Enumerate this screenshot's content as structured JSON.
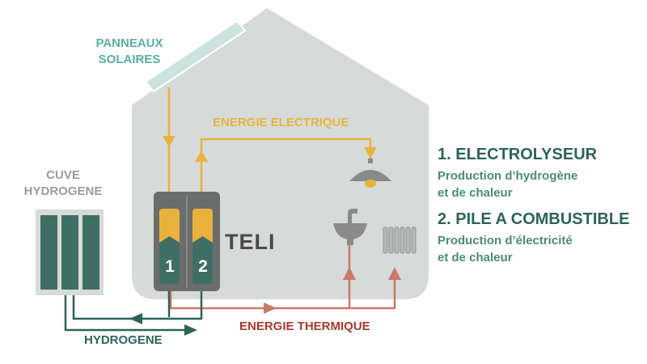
{
  "labels": {
    "solar_panels": [
      "PANNEAUX",
      "SOLAIRES"
    ],
    "tank": [
      "CUVE",
      "HYDROGENE"
    ],
    "electric_energy": "ENERGIE ELECTRIQUE",
    "thermal_energy": "ENERGIE THERMIQUE",
    "hydrogen": "HYDROGENE",
    "device_name": "TELI",
    "module_1": "1",
    "module_2": "2"
  },
  "legend": [
    {
      "title": "1. ELECTROLYSEUR",
      "lines": [
        "Production d’hydrogène",
        "et de chaleur"
      ]
    },
    {
      "title": "2. PILE A COMBUSTIBLE",
      "lines": [
        "Production d’électricité",
        "et de chaleur"
      ]
    }
  ],
  "colors": {
    "house": "#d6dbd9",
    "solar_panel": "#cce3df",
    "electric_flow": "#e8b23d",
    "thermal_flow": "#c97968",
    "hydrogen_flow": "#2e6358",
    "tank": "#3f6f64",
    "device": "#6b6d6d",
    "lamp": "#8a8a8a"
  }
}
